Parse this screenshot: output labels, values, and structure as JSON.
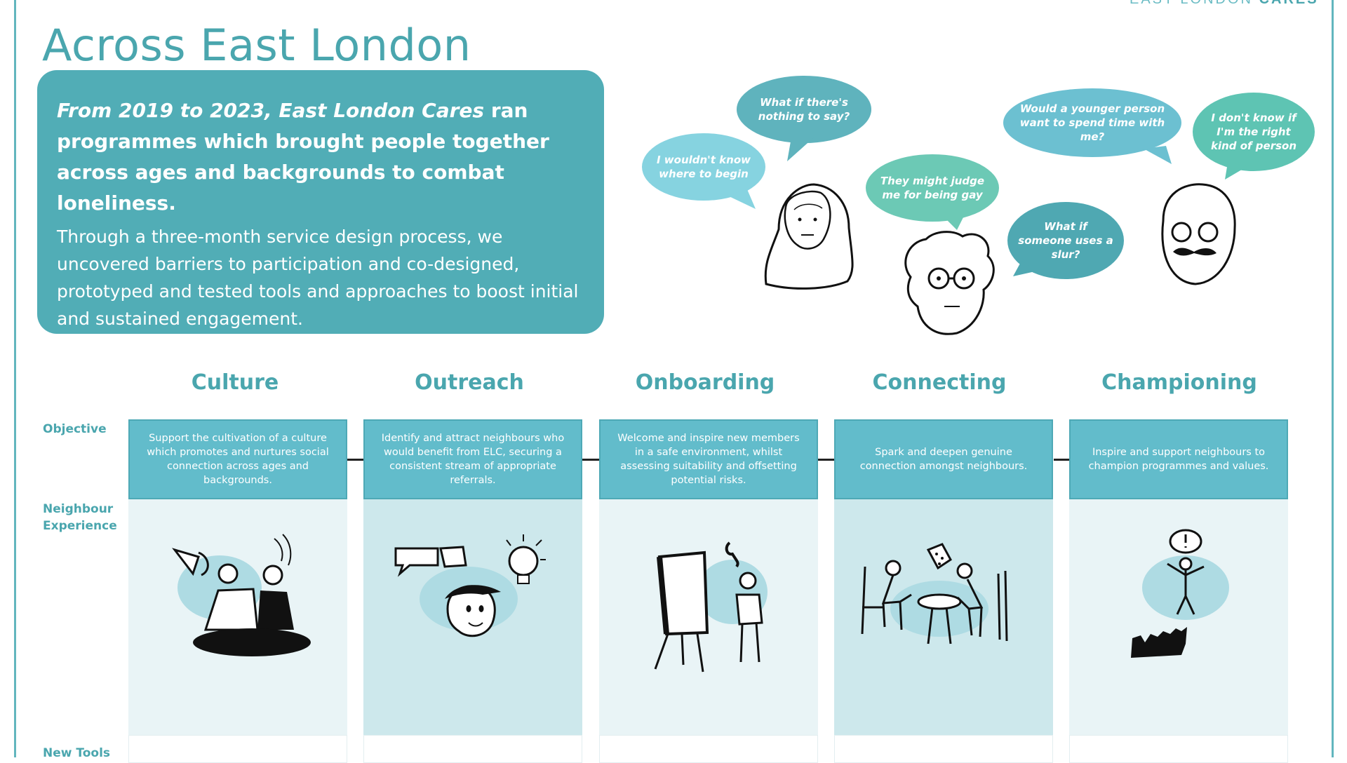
{
  "header": {
    "title": "Across East London",
    "brand_light": "EAST LONDON",
    "brand_bold": "CARES"
  },
  "intro": {
    "lead_italic": "From 2019 to 2023, East London Cares",
    "lead_rest": " ran programmes which brought people together across ages and backgrounds to combat loneliness.",
    "body": "Through a three-month service design process, we uncovered barriers to participation and co-designed, prototyped and tested tools and approaches to boost initial and sustained engagement."
  },
  "bubbles": [
    {
      "text": "What if there's nothing to say?",
      "color": "#5fb3bd"
    },
    {
      "text": "I wouldn't know where to begin",
      "color": "#86d3e0"
    },
    {
      "text": "They might judge me for being gay",
      "color": "#6cc9b5"
    },
    {
      "text": "Would a younger person want to spend time with me?",
      "color": "#6cc0d1"
    },
    {
      "text": "I don't know if I'm the right kind of person",
      "color": "#5ec4b3"
    },
    {
      "text": "What if someone uses a slur?",
      "color": "#4fa8b2"
    }
  ],
  "rows": {
    "objective": "Objective",
    "experience_line1": "Neighbour",
    "experience_line2": "Experience",
    "new_tools": "New Tools"
  },
  "stages": [
    {
      "name": "Culture",
      "objective": "Support the cultivation of a culture which promotes and nurtures social connection across ages and backgrounds.",
      "illustration": "megaphone-people-icon"
    },
    {
      "name": "Outreach",
      "objective": "Identify and attract neighbours who would benefit from ELC, securing a consistent stream of appropriate referrals.",
      "illustration": "idea-person-icon"
    },
    {
      "name": "Onboarding",
      "objective": "Welcome and inspire new members in a safe environment, whilst assessing suitability and offsetting potential risks.",
      "illustration": "flipchart-presenter-icon"
    },
    {
      "name": "Connecting",
      "objective": "Spark and deepen genuine connection amongst neighbours.",
      "illustration": "table-dice-icon"
    },
    {
      "name": "Championing",
      "objective": "Inspire and support neighbours to champion programmes and values.",
      "illustration": "champion-crowd-icon"
    }
  ],
  "colors": {
    "accent": "#51adb6",
    "objective_box": "#62bccb",
    "column_light": "#e9f4f6",
    "column_dark": "#cde8ec"
  }
}
